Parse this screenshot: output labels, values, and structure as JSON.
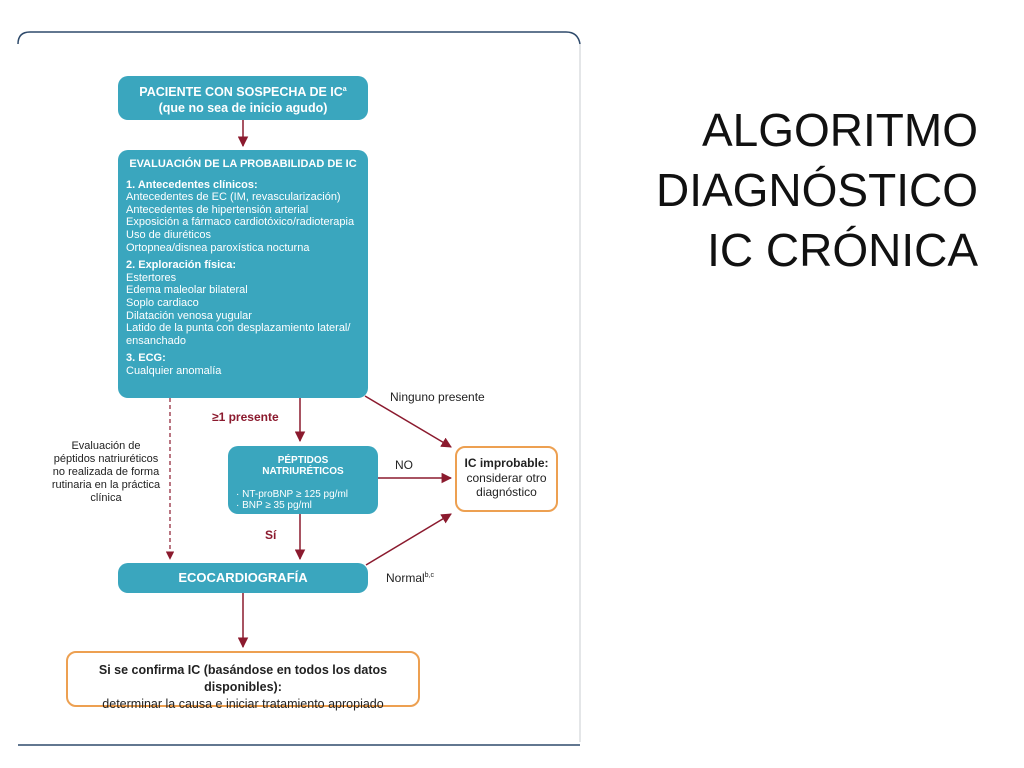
{
  "slide_title": [
    "ALGORITMO",
    "DIAGNÓSTICO",
    "IC CRÓNICA"
  ],
  "start": {
    "line1": "PACIENTE CON SOSPECHA DE IC",
    "sup": "a",
    "line2": "(que no sea de inicio agudo)"
  },
  "evaluation": {
    "heading": "EVALUACIÓN DE LA PROBABILIDAD DE IC",
    "sections": [
      {
        "title": "1. Antecedentes clínicos:",
        "items": [
          "Antecedentes de EC (IM, revascularización)",
          "Antecedentes de hipertensión arterial",
          "Exposición a fármaco cardiotóxico/radioterapia",
          "Uso de diuréticos",
          "Ortopnea/disnea paroxística nocturna"
        ]
      },
      {
        "title": "2. Exploración física:",
        "items": [
          "Estertores",
          "Edema maleolar bilateral",
          "Soplo cardiaco",
          "Dilatación venosa yugular",
          "Latido de la punta con desplazamiento lateral/ ensanchado"
        ]
      },
      {
        "title": "3. ECG:",
        "items": [
          "Cualquier anomalía"
        ]
      }
    ]
  },
  "peptides": {
    "heading": "PÉPTIDOS NATRIURÉTICOS",
    "items": [
      "· NT-proBNP ≥ 125 pg/ml",
      "· BNP ≥ 35 pg/ml"
    ]
  },
  "echo": {
    "label": "ECOCARDIOGRAFÍA"
  },
  "improbable": {
    "line1": "IC improbable:",
    "line2": "considerar otro",
    "line3": "diagnóstico"
  },
  "final": {
    "line1": "Si se confirma IC (basándose en todos los datos disponibles):",
    "line2": "determinar la causa e iniciar tratamiento apropiado"
  },
  "labels": {
    "ninguno": "Ninguno presente",
    "ge1": "≥1 presente",
    "no": "NO",
    "si": "Sí",
    "normal": "Normal",
    "normal_sup": "b,c",
    "not_done": "Evaluación de péptidos natriuréticos no realizada de forma rutinaria en la práctica clínica"
  },
  "colors": {
    "teal": "#3AA6BE",
    "orange": "#EDA051",
    "arrow": "#8B1A2E",
    "frame": "#2E4A6B"
  }
}
